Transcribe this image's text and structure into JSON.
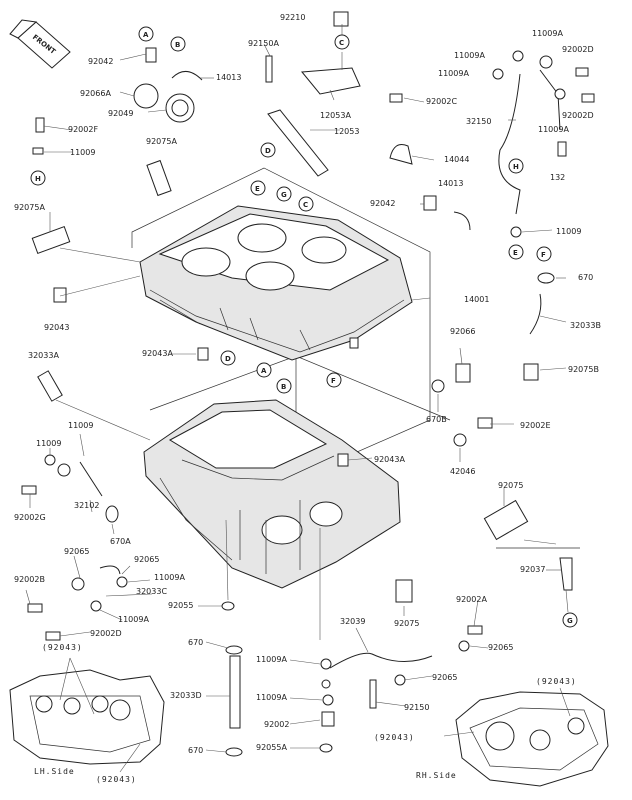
{
  "front_badge": "FRONT",
  "part_numbers": {
    "p92210": "92210",
    "p11009A_1": "11009A",
    "p11009A_2": "11009A",
    "p11009A_3": "11009A",
    "p92002D_1": "92002D",
    "p92002D_2": "92002D",
    "p92042_1": "92042",
    "p92150A": "92150A",
    "p14013_1": "14013",
    "p92066A": "92066A",
    "p92049": "92049",
    "p12053A": "12053A",
    "p92002C": "92002C",
    "p32150": "32150",
    "p12053": "12053",
    "p11009A_4": "11009A",
    "p92002F": "92002F",
    "p11009_1": "11009",
    "p92075A_1": "92075A",
    "p14044": "14044",
    "p132": "132",
    "p92075A_2": "92075A",
    "p92042_2": "92042",
    "p14013_2": "14013",
    "p11009_2": "11009",
    "p670_1": "670",
    "p14001": "14001",
    "p32033B": "32033B",
    "p92043_1": "92043",
    "p92066": "92066",
    "p92043A_1": "92043A",
    "p92075B": "92075B",
    "p32033A": "32033A",
    "p670B": "670B",
    "p92002E": "92002E",
    "p11009_3": "11009",
    "p11009_4": "11009",
    "p92043A_2": "92043A",
    "p42046": "42046",
    "p92002G": "92002G",
    "p32102": "32102",
    "p92075": "92075",
    "p670A": "670A",
    "p92065_1": "92065",
    "p92065_2": "92065",
    "p11009A_5": "11009A",
    "p92002B": "92002B",
    "p32033C": "32033C",
    "p92037": "92037",
    "p92055": "92055",
    "p11009A_6": "11009A",
    "p92075_2": "92075",
    "p92002A": "92002A",
    "p92002D_3": "92002D",
    "p670_2": "670",
    "p32039": "32039",
    "p92065_3": "92065",
    "p11009A_7": "11009A",
    "p92065_4": "92065",
    "p32033D": "32033D",
    "p11009A_8": "11009A",
    "p92150": "92150",
    "p92002": "92002",
    "p670_3": "670",
    "p92055A": "92055A",
    "p92043_lh_top": "(92043)",
    "p92043_lh_bot": "(92043)",
    "p92043_rh_top": "(92043)",
    "p92043_rh_left": "(92043)"
  },
  "reference_letters": {
    "A_top": "A",
    "B_top": "B",
    "C_top": "C",
    "D_top": "D",
    "H_top": "H",
    "H_right": "H",
    "E_right": "E",
    "F_right": "F",
    "E_case": "E",
    "G_case": "G",
    "C_case": "C",
    "A_case": "A",
    "B_case": "B",
    "F_case": "F",
    "D_case": "D",
    "G_right": "G"
  },
  "view_labels": {
    "lh_side": "LH.Side",
    "rh_side": "RH.Side"
  }
}
